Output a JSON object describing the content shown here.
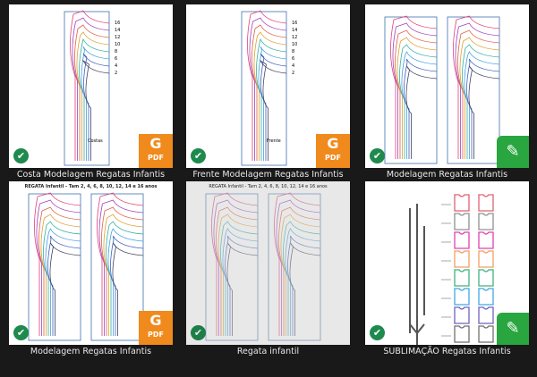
{
  "files": [
    {
      "name": "Costa Modelagem Regatas Infantis",
      "type": "pdf",
      "thumb_text": "Costas"
    },
    {
      "name": "Frente Modelagem Regatas Infantis",
      "type": "pdf",
      "thumb_text": "Frente"
    },
    {
      "name": "Modelagem Regatas Infantis",
      "type": "drawing"
    },
    {
      "name": "Modelagem Regatas Infantis",
      "type": "pdf",
      "thumb_header": "REGATA Infantil - Tam 2, 4, 6, 8, 10, 12, 14 e 16 anos"
    },
    {
      "name": "Regata infantil",
      "type": "image",
      "thumb_header": "REGATA Infantil - Tam 2, 4, 6, 8, 10, 12, 14 e 16 anos"
    },
    {
      "name": "SUBLIMAÇÃO Regatas Infantis",
      "type": "drawing"
    }
  ],
  "sizes": [
    "16",
    "14",
    "12",
    "10",
    "8",
    "6",
    "4",
    "2"
  ],
  "icons": {
    "sync": "check-icon",
    "pdf": "PDF",
    "pdf_glyph": "G",
    "pen": "✎",
    "check": "✔"
  },
  "colors": [
    "#e0407a",
    "#a040c0",
    "#e06040",
    "#e0a030",
    "#30b0a0",
    "#40a0e0",
    "#4060c0",
    "#404060"
  ]
}
